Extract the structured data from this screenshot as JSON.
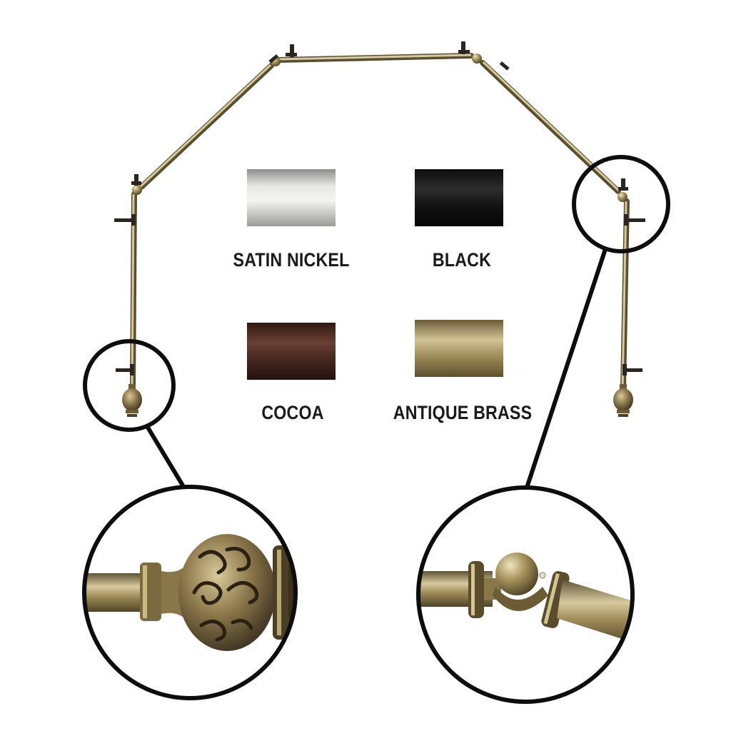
{
  "finishes": [
    {
      "label": "SATIN NICKEL",
      "color": "#b9b9b6"
    },
    {
      "label": "BLACK",
      "color": "#1b1b1b"
    },
    {
      "label": "COCOA",
      "color": "#4a2a22"
    },
    {
      "label": "ANTIQUE BRASS",
      "color": "#9b8a5c"
    }
  ],
  "rod_color": "#8f7d4f",
  "bracket_color": "#2a2520"
}
